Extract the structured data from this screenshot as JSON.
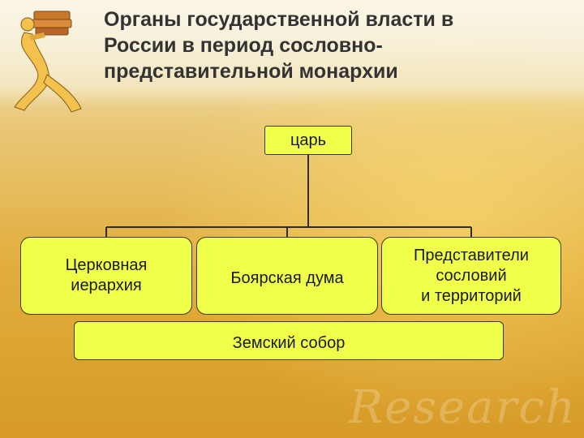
{
  "slide": {
    "title_lines": [
      "Органы государственной власти в",
      "России в период  сословно-",
      "представительной монархии"
    ],
    "watermark": "Research",
    "decoration_icon": "figure-with-books-icon"
  },
  "diagram": {
    "root": "царь",
    "children": [
      {
        "lines": [
          "Церковная",
          "иерархия"
        ]
      },
      {
        "lines": [
          "Боярская дума"
        ]
      },
      {
        "lines": [
          "Представители",
          "сословий",
          "и территорий"
        ]
      }
    ],
    "bottom": "Земский собор"
  },
  "colors": {
    "node_fill": "#efff4a",
    "node_border": "#3a3a10",
    "connector": "#2e2e2e",
    "title_text": "#333333"
  }
}
